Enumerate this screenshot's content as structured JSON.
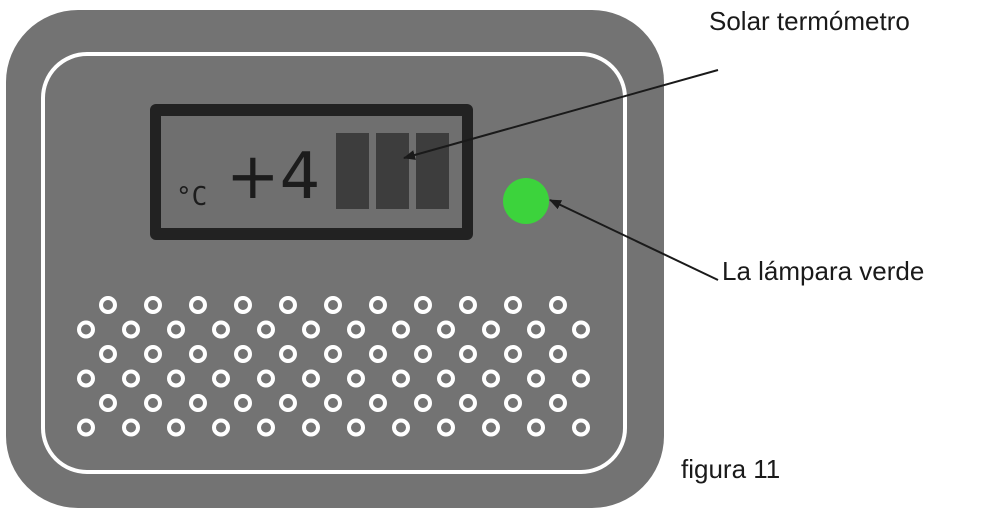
{
  "labels": {
    "solar_thermometer": "Solar termómetro",
    "green_lamp": "La lámpara verde",
    "figure_caption": "figura 11"
  },
  "display": {
    "unit": "°C",
    "reading": "+4",
    "bar_count": 3
  },
  "colors": {
    "device_body": "#737373",
    "device_border": "#ffffff",
    "lcd_frame": "#222222",
    "lcd_screen": "#6f6f6f",
    "lcd_bar": "#3d3d3d",
    "lamp": "#3cd33c",
    "vent_hole": "#ffffff",
    "callout_line": "#1a1a1a"
  },
  "vent_grid": {
    "rows": 6,
    "holes_per_row": 12
  }
}
